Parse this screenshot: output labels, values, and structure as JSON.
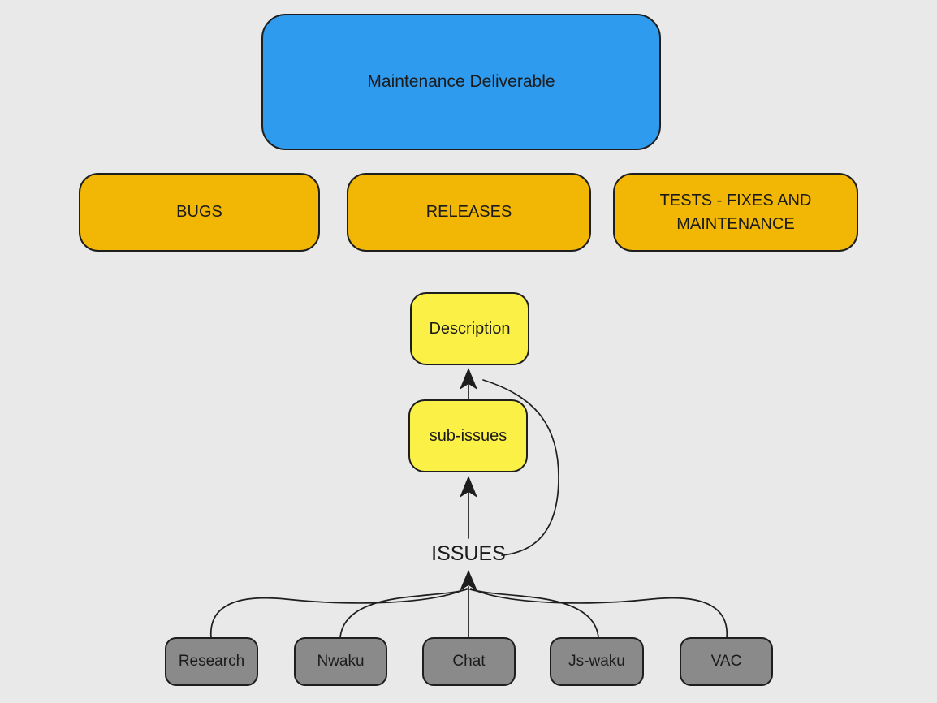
{
  "nodes": {
    "root": {
      "label": "Maintenance Deliverable"
    },
    "categories": [
      {
        "label": "BUGS"
      },
      {
        "label": "RELEASES"
      },
      {
        "label": "TESTS - FIXES AND MAINTENANCE"
      }
    ],
    "description": {
      "label": "Description"
    },
    "sub_issues": {
      "label": "sub-issues"
    },
    "issues": {
      "label": "ISSUES"
    },
    "sources": [
      {
        "label": "Research"
      },
      {
        "label": "Nwaku"
      },
      {
        "label": "Chat"
      },
      {
        "label": "Js-waku"
      },
      {
        "label": "VAC"
      }
    ]
  },
  "edges": [
    {
      "from": "sub-issues",
      "to": "Description",
      "style": "straight-arrow"
    },
    {
      "from": "ISSUES",
      "to": "Description",
      "style": "curved"
    },
    {
      "from": "ISSUES",
      "to": "sub-issues",
      "style": "straight-arrow"
    },
    {
      "from": "Research",
      "to": "ISSUES",
      "style": "curved"
    },
    {
      "from": "Nwaku",
      "to": "ISSUES",
      "style": "curved"
    },
    {
      "from": "Chat",
      "to": "ISSUES",
      "style": "straight"
    },
    {
      "from": "Js-waku",
      "to": "ISSUES",
      "style": "curved"
    },
    {
      "from": "VAC",
      "to": "ISSUES",
      "style": "curved"
    }
  ],
  "colors": {
    "background": "#e9e9e9",
    "stroke": "#1e1e1e",
    "root_fill": "#2e9bef",
    "category_fill": "#f2b705",
    "yellow_fill": "#fbf046",
    "source_fill": "#8a8a8a",
    "text": "#1b1b1b"
  }
}
